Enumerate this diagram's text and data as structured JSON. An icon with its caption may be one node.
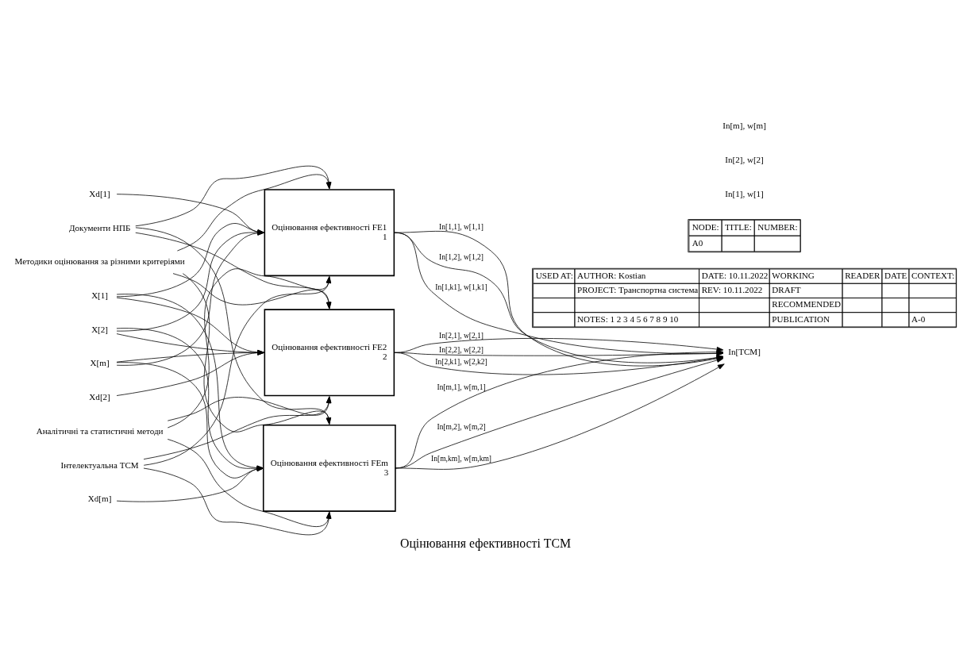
{
  "diagram": {
    "title": "Оцінювання ефективності ТСМ",
    "nodes": [
      {
        "text": [
          "Документи НПБ"
        ]
      },
      {
        "text": [
          "Методики оцінювання за різними критеріями"
        ]
      },
      {
        "text": [
          "X[1]"
        ]
      },
      {
        "text": [
          "X[2]"
        ]
      },
      {
        "text": [
          "X[m]"
        ]
      },
      {
        "text": [
          "Xd[1]"
        ]
      },
      {
        "text": [
          "Оцінювання ефективності FE1",
          "1"
        ]
      },
      {
        "text": [
          "In[TCM]"
        ]
      },
      {
        "text": [
          "Оцінювання ефективності FE2",
          "2"
        ]
      },
      {
        "text": [
          "Xd[2]"
        ]
      },
      {
        "text": [
          "Оцінювання ефективності FEm",
          "3"
        ]
      },
      {
        "text": [
          "Xd[m]"
        ]
      },
      {
        "text": [
          "Аналітичні та статистичні методи"
        ]
      },
      {
        "text": [
          "Інтелектуальна ТСМ"
        ]
      }
    ],
    "edges": [
      {
        "from": 0,
        "to": 6,
        "arrow": "to"
      },
      {
        "from": 1,
        "to": 6,
        "arrow": "to"
      },
      {
        "from": 0,
        "to": 8,
        "arrow": "to"
      },
      {
        "from": 1,
        "to": 8,
        "arrow": "to"
      },
      {
        "from": 0,
        "to": 10,
        "arrow": "to"
      },
      {
        "from": 1,
        "to": 10,
        "arrow": "to"
      },
      {
        "from": 2,
        "to": 6,
        "arrow": "to"
      },
      {
        "from": 3,
        "to": 6,
        "arrow": "to"
      },
      {
        "from": 4,
        "to": 6,
        "arrow": "to"
      },
      {
        "from": 5,
        "to": 6,
        "arrow": "to"
      },
      {
        "from": 2,
        "to": 8,
        "arrow": "to"
      },
      {
        "from": 3,
        "to": 8,
        "arrow": "to"
      },
      {
        "from": 4,
        "to": 8,
        "arrow": "to"
      },
      {
        "from": 9,
        "to": 8,
        "arrow": "to"
      },
      {
        "from": 2,
        "to": 10,
        "arrow": "to"
      },
      {
        "from": 3,
        "to": 10,
        "arrow": "to"
      },
      {
        "from": 4,
        "to": 10,
        "arrow": "to"
      },
      {
        "from": 11,
        "to": 10,
        "arrow": "to"
      },
      {
        "from": 6,
        "to": 7,
        "label": "In[1,1], w[1,1]",
        "arrow": "to"
      },
      {
        "from": 6,
        "to": 7,
        "label": "In[1,2], w[1,2]",
        "arrow": "to"
      },
      {
        "from": 6,
        "to": 7,
        "label": "In[1,k1], w[1,k1]",
        "arrow": "to"
      },
      {
        "from": 8,
        "to": 7,
        "label": "In[2,1], w[2,1]",
        "arrow": "to"
      },
      {
        "from": 8,
        "to": 7,
        "label": "In[2,2], w[2,2]",
        "arrow": "to"
      },
      {
        "from": 8,
        "to": 7,
        "label": "In[2,k1], w[2,k2]",
        "arrow": "to"
      },
      {
        "from": 10,
        "to": 7,
        "label": "In[m,1], w[m,1]",
        "arrow": "to"
      },
      {
        "from": 10,
        "to": 7,
        "label": "In[m,2], w[m,2]",
        "arrow": "to"
      },
      {
        "from": 10,
        "to": 7,
        "label": "In[m,km], w[m,km]",
        "arrow": "to"
      },
      {
        "from": 13,
        "to": 6,
        "arrow": "to"
      },
      {
        "from": 12,
        "to": 6,
        "arrow": "to"
      },
      {
        "from": 12,
        "to": 8,
        "arrow": "to"
      },
      {
        "from": 13,
        "to": 8,
        "arrow": "to"
      },
      {
        "from": 12,
        "to": 10,
        "arrow": "to"
      },
      {
        "from": 13,
        "to": 10,
        "arrow": "to"
      }
    ],
    "labels": [
      "USED AT:",
      "AUTHOR: Kostian",
      "DATE: 10.11.2022",
      "WORKING",
      "READER",
      "DATE",
      "CONTEXT:",
      "PROJECT: Транспортна система",
      "REV: 10.11.2022",
      "DRAFT",
      "RECOMMENDED",
      "NOTES: 1 2 3 4 5 6 7 8 9 10",
      "PUBLICATION",
      "A-0",
      "In[1], w[1]",
      "In[2], w[2]",
      "In[m], w[m]",
      "NODE:",
      "A0",
      "TITLE:",
      "NUMBER:"
    ]
  }
}
